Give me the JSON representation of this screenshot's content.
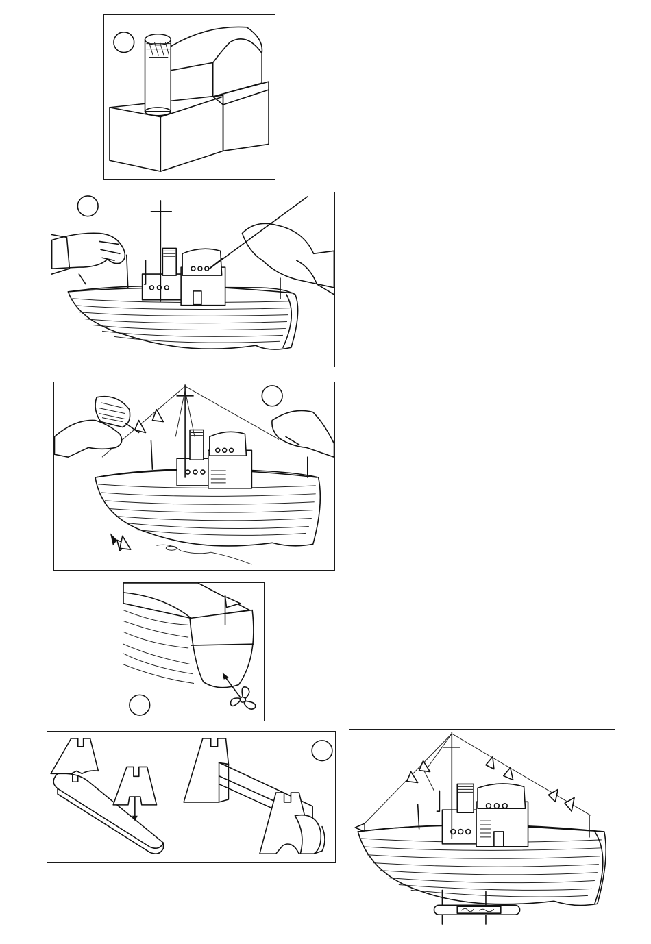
{
  "figure": {
    "description_free": true,
    "colors": {
      "ink": "#111111",
      "paper": "#ffffff"
    },
    "panels": [
      {
        "id": "step-1",
        "step_marker": "",
        "icons": [
          "funnel-superstructure-icon"
        ]
      },
      {
        "id": "step-2",
        "step_marker": "",
        "icons": [
          "paintbrush-icon",
          "hand-icon"
        ]
      },
      {
        "id": "step-3",
        "step_marker": "",
        "icons": [
          "glue-bottle-icon",
          "pennant-flag-icon"
        ]
      },
      {
        "id": "step-4",
        "step_marker": "",
        "icons": [
          "propeller-icon",
          "arrow-icon"
        ]
      },
      {
        "id": "step-5",
        "step_marker": "",
        "icons": [
          "stand-support-icon"
        ]
      },
      {
        "id": "result",
        "icons": [
          "finished-boat-icon"
        ]
      }
    ]
  }
}
